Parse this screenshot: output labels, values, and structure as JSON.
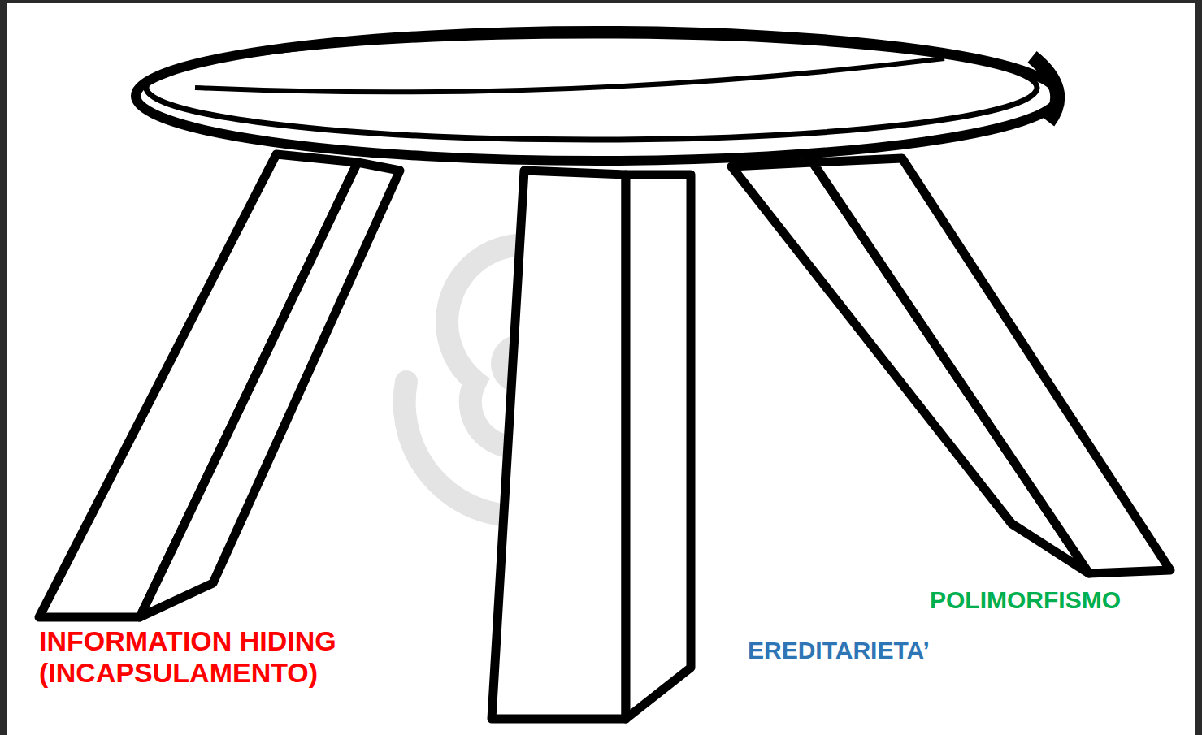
{
  "diagram": {
    "labels": [
      "INFORMATION HIDING (INCAPSULAMENTO)",
      "EREDITARIETA’",
      "POLIMORFISMO"
    ]
  }
}
